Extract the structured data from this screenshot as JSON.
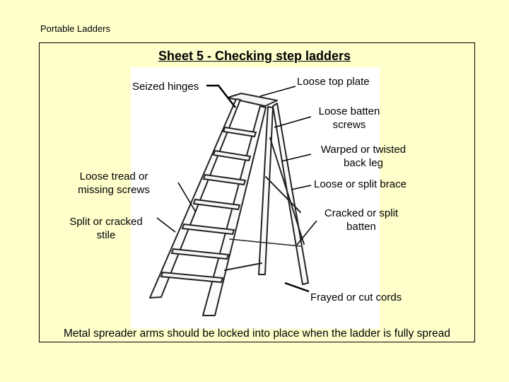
{
  "header": "Portable Ladders",
  "title": "Sheet 5 - Checking step ladders",
  "labels": {
    "seized_hinges": "Seized hinges",
    "loose_top_plate": "Loose top plate",
    "loose_batten_1": "Loose batten",
    "loose_batten_2": "screws",
    "warped_1": "Warped or twisted",
    "warped_2": "back leg",
    "loose_tread_1": "Loose tread or",
    "loose_tread_2": "missing screws",
    "split_brace": "Loose or split brace",
    "split_stile_1": "Split or cracked",
    "split_stile_2": "stile",
    "cracked_batten_1": "Cracked or split",
    "cracked_batten_2": "batten",
    "frayed_cords": "Frayed or cut cords"
  },
  "footer": "Metal spreader arms should be locked into place when the ladder is fully spread"
}
